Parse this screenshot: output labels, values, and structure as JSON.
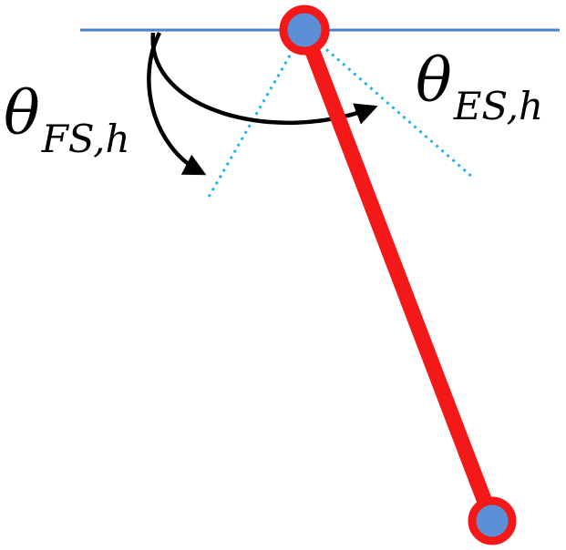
{
  "labels": {
    "flexion": {
      "symbol": "θ",
      "subscript": "FS,h"
    },
    "extension": {
      "symbol": "θ",
      "subscript": "ES,h"
    }
  },
  "colors": {
    "horizontal_line": "#4a7fd0",
    "segment": "#f51818",
    "joint_fill": "#5b8fd6",
    "dotted_lines": "#27b4e6",
    "arrows": "#000000"
  }
}
